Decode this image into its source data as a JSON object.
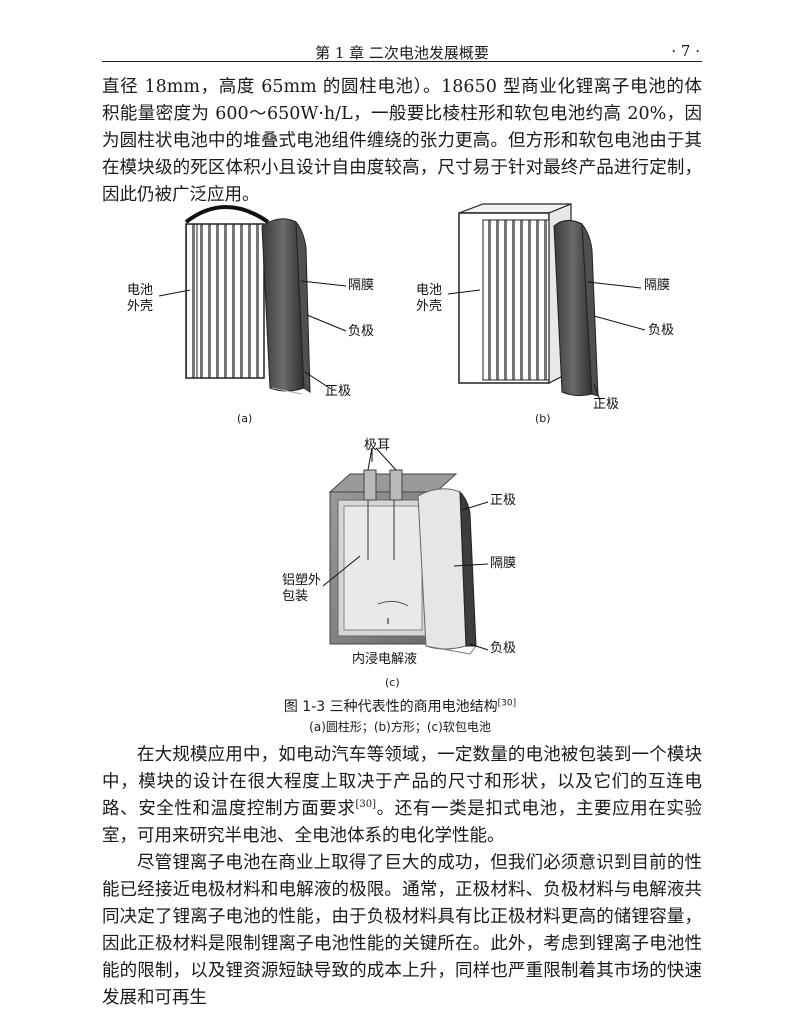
{
  "header": {
    "chapter": "第 1 章    二次电池发展概要",
    "page": "· 7 ·"
  },
  "paragraph1": "直径 18mm，高度 65mm 的圆柱电池）。18650 型商业化锂离子电池的体积能量密度为 600～650W·h/L，一般要比棱柱形和软包电池约高 20%，因为圆柱状电池中的堆叠式电池组件缠绕的张力更高。但方形和软包电池由于其在模块级的死区体积小且设计自由度较高，尺寸易于针对最终产品进行定制，因此仍被广泛应用。",
  "figure": {
    "a": {
      "shell": [
        "电池",
        "外壳"
      ],
      "separator": "隔膜",
      "anode": "负极",
      "cathode": "正极",
      "tag": "(a)"
    },
    "b": {
      "shell": [
        "电池",
        "外壳"
      ],
      "separator": "隔膜",
      "anode": "负极",
      "cathode": "正极",
      "tag": "(b)"
    },
    "c": {
      "tabs": "极耳",
      "cathode": "正极",
      "separator": "隔膜",
      "pouch": [
        "铝塑外",
        "包装"
      ],
      "electrolyte": "内浸电解液",
      "anode": "负极",
      "tag": "(c)"
    },
    "caption_text": "图 1-3    三种代表性的商用电池结构",
    "caption_ref": "[30]",
    "subcaption": "(a)圆柱形；(b)方形；(c)软包电池"
  },
  "paragraph2_a": "在大规模应用中，如电动汽车等领域，一定数量的电池被包装到一个模块中，模块的设计在很大程度上取决于产品的尺寸和形状，以及它们的互连电路、安全性和温度控制方面要求",
  "paragraph2_ref": "[30]",
  "paragraph2_b": "。还有一类是扣式电池，主要应用在实验室，可用来研究半电池、全电池体系的电化学性能。",
  "paragraph3": "尽管锂离子电池在商业上取得了巨大的成功，但我们必须意识到目前的性能已经接近电极材料和电解液的极限。通常，正极材料、负极材料与电解液共同决定了锂离子电池的性能，由于负极材料具有比正极材料更高的储锂容量，因此正极材料是限制锂离子电池性能的关键所在。此外，考虑到锂离子电池性能的限制，以及锂资源短缺导致的成本上升，同样也严重限制着其市场的快速发展和可再生"
}
